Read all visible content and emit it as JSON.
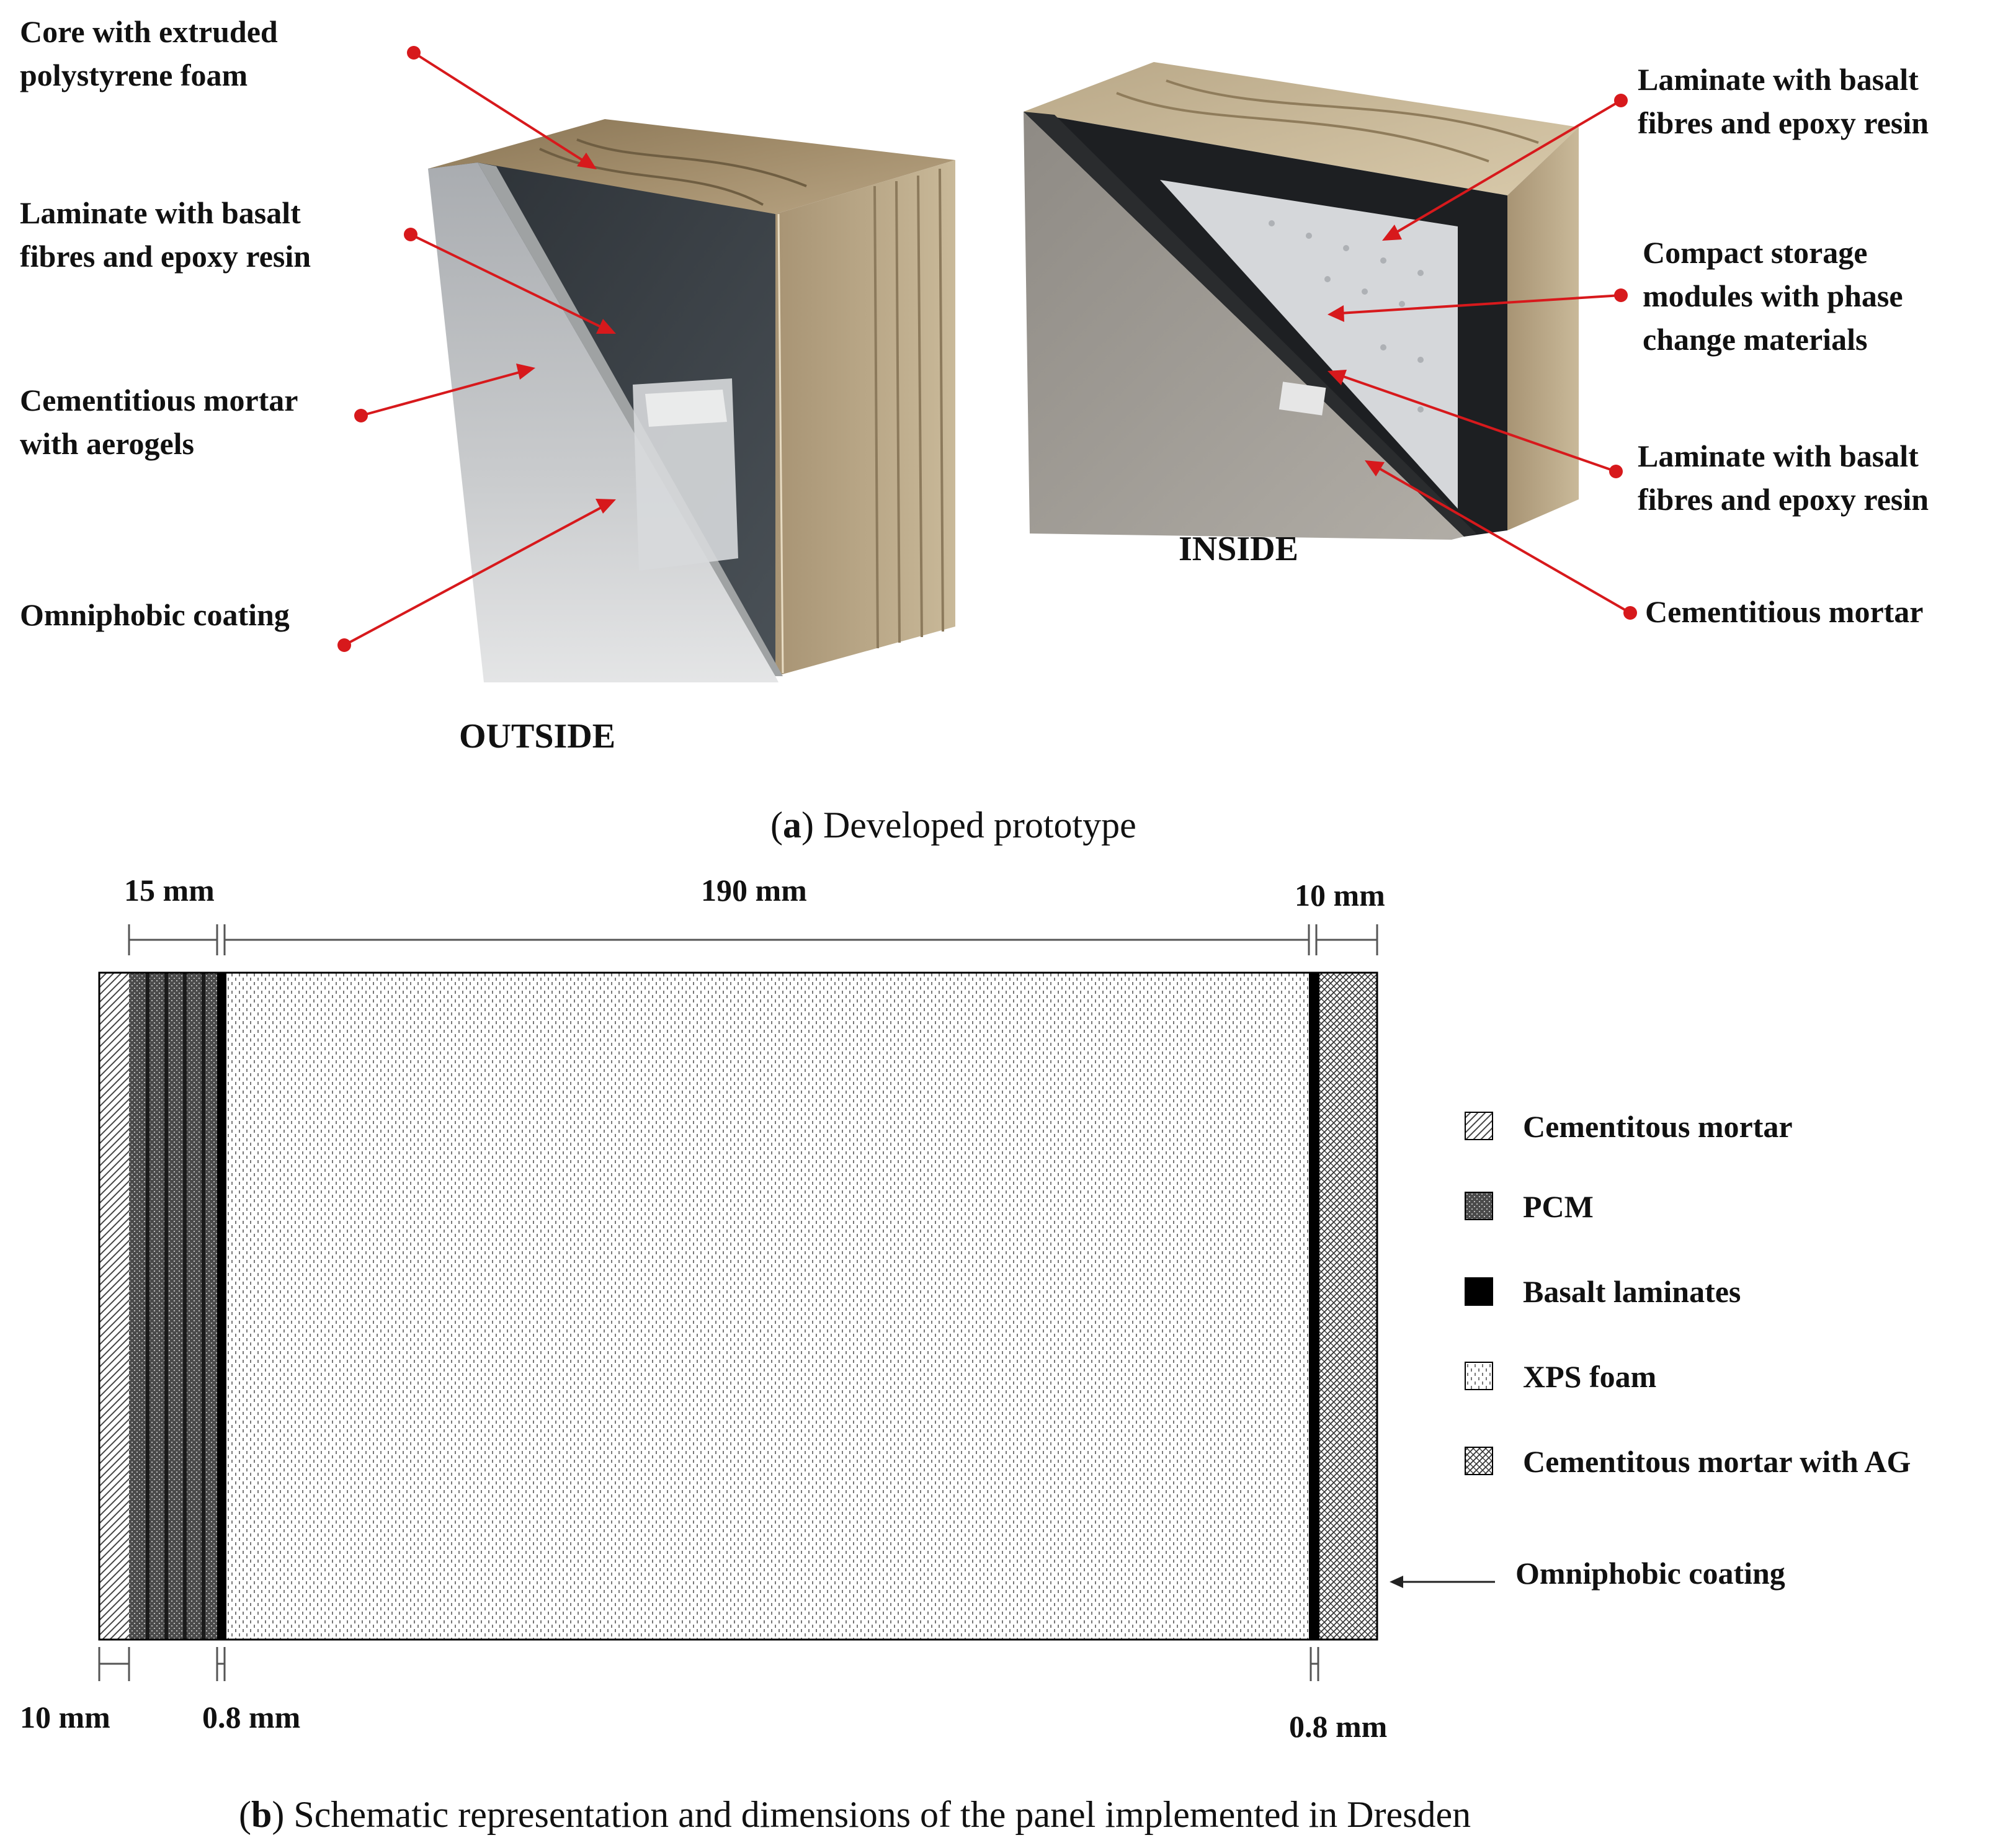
{
  "panel_a": {
    "outside_labels": {
      "core_line1": "Core with extruded",
      "core_line2": "polystyrene  foam",
      "laminate_line1": "Laminate with basalt",
      "laminate_line2": "fibres and epoxy resin",
      "mortar_ag_line1": "Cementitious mortar",
      "mortar_ag_line2": "with aerogels",
      "omniphobic": "Omniphobic coating"
    },
    "outside_title": "OUTSIDE",
    "inside_title": "INSIDE",
    "inside_labels": {
      "laminate_top_line1": "Laminate with basalt",
      "laminate_top_line2": "fibres and epoxy resin",
      "storage_line1": "Compact storage",
      "storage_line2": "modules with phase",
      "storage_line3": "change materials",
      "laminate_bottom_line1": "Laminate with basalt",
      "laminate_bottom_line2": "fibres and epoxy resin",
      "mortar": "Cementitious mortar"
    },
    "caption_letter": "a",
    "caption_text": " Developed prototype"
  },
  "panel_b": {
    "dims": {
      "top_left": "15 mm",
      "top_middle": "190 mm",
      "top_right": "10 mm",
      "bottom_left": "10 mm",
      "bottom_mid_left": "0.8 mm",
      "bottom_right": "0.8 mm"
    },
    "legend": [
      "Cementitous mortar",
      "PCM",
      "Basalt laminates",
      "XPS foam",
      "Cementitous mortar with AG"
    ],
    "omniphobic_label": "Omniphobic coating",
    "caption_letter": "b",
    "caption_text": " Schematic representation and dimensions of the panel implemented in Dresden"
  },
  "colors": {
    "callout_red": "#d7191c",
    "laminate": "#000000"
  }
}
